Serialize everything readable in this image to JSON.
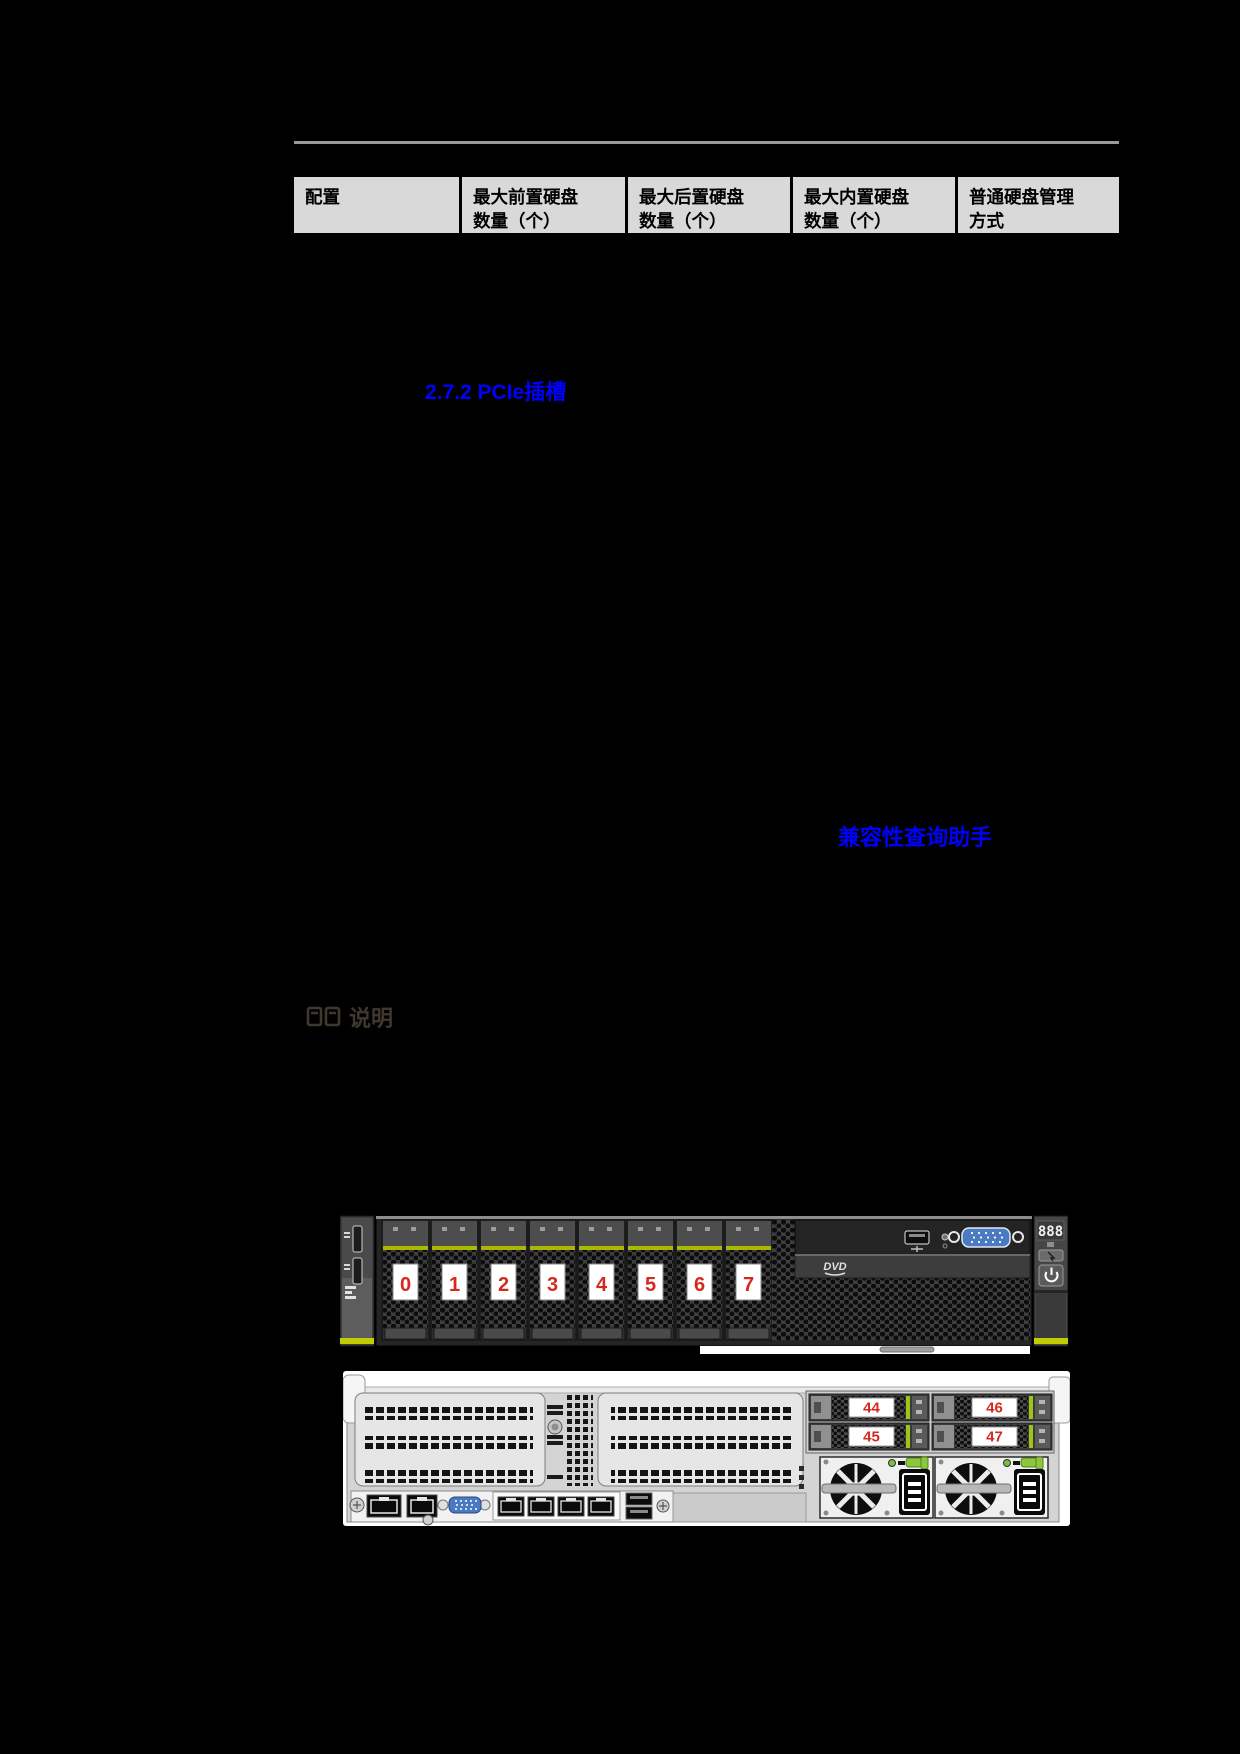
{
  "page": {
    "background": "#000000"
  },
  "table": {
    "header_bg": "#d9d9d9",
    "columns": [
      {
        "label": "配置"
      },
      {
        "label": "最大前置硬盘数量（个）"
      },
      {
        "label": "最大后置硬盘数量（个）"
      },
      {
        "label": "最大内置硬盘数量（个）"
      },
      {
        "label": "普通硬盘管理方式"
      }
    ]
  },
  "links": {
    "pcie_heading": "2.7.2 PCIe插槽",
    "compat_tool": "兼容性查询助手",
    "link_color": "#0000ff"
  },
  "note": {
    "label": "说明",
    "color": "#3f382f"
  },
  "front_panel": {
    "drive_labels": [
      "0",
      "1",
      "2",
      "3",
      "4",
      "5",
      "6",
      "7"
    ],
    "dvd_label": "DVD",
    "uid_display": "888",
    "label_color": "#d42a1e",
    "stripe_color": "#a9b800"
  },
  "rear_panel": {
    "bay_labels": [
      "44",
      "45",
      "46",
      "47"
    ],
    "label_color": "#d42a1e",
    "stripe_color": "#9fc419"
  }
}
